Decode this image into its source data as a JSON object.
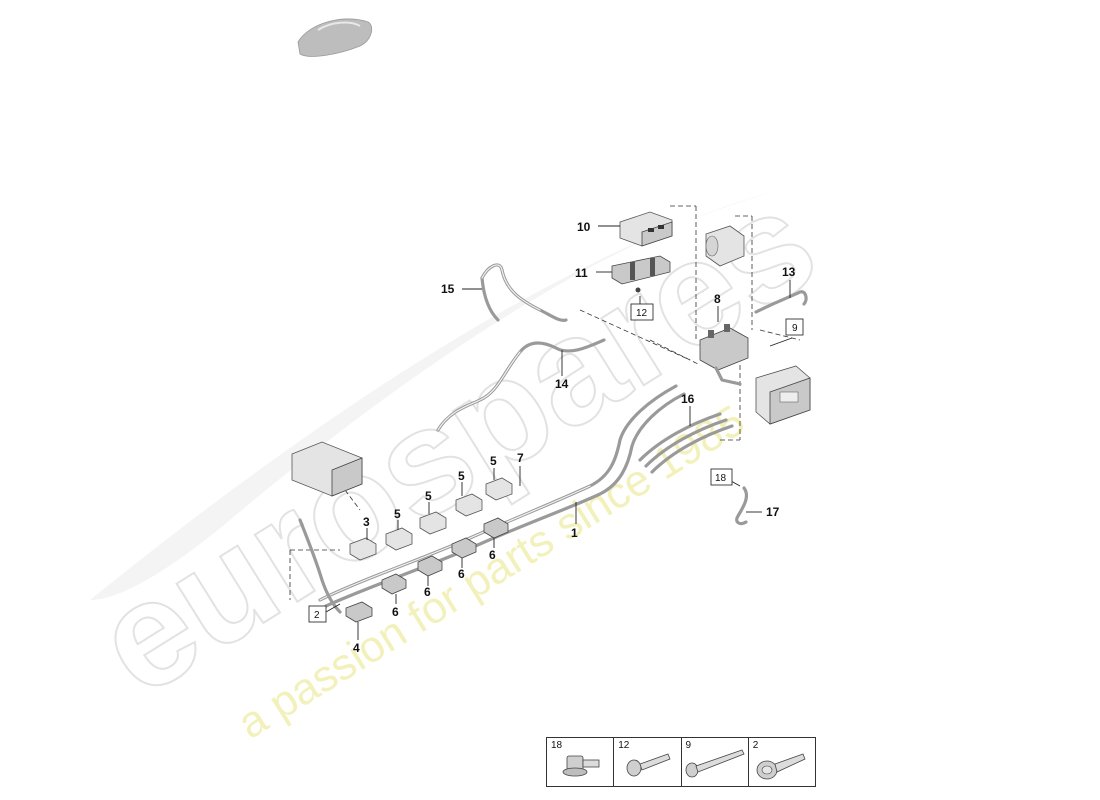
{
  "watermark": {
    "brand": "eurospares",
    "tagline": "a passion for parts since 1985"
  },
  "callouts": [
    {
      "id": "c1",
      "text": "1"
    },
    {
      "id": "c3",
      "text": "3"
    },
    {
      "id": "c4",
      "text": "4"
    },
    {
      "id": "c5a",
      "text": "5"
    },
    {
      "id": "c5b",
      "text": "5"
    },
    {
      "id": "c5c",
      "text": "5"
    },
    {
      "id": "c5d",
      "text": "5"
    },
    {
      "id": "c6a",
      "text": "6"
    },
    {
      "id": "c6b",
      "text": "6"
    },
    {
      "id": "c6c",
      "text": "6"
    },
    {
      "id": "c6d",
      "text": "6"
    },
    {
      "id": "c7",
      "text": "7"
    },
    {
      "id": "c8",
      "text": "8"
    },
    {
      "id": "c10",
      "text": "10"
    },
    {
      "id": "c11",
      "text": "11"
    },
    {
      "id": "c13",
      "text": "13"
    },
    {
      "id": "c14",
      "text": "14"
    },
    {
      "id": "c15",
      "text": "15"
    },
    {
      "id": "c16",
      "text": "16"
    },
    {
      "id": "c17",
      "text": "17"
    }
  ],
  "boxed_callouts": [
    {
      "id": "b2",
      "text": "2"
    },
    {
      "id": "b9",
      "text": "9"
    },
    {
      "id": "b12",
      "text": "12"
    },
    {
      "id": "b18",
      "text": "18"
    }
  ],
  "fastener_table": [
    {
      "number": "18",
      "icon": "flange-bolt-icon"
    },
    {
      "number": "12",
      "icon": "bolt-icon"
    },
    {
      "number": "9",
      "icon": "long-bolt-icon"
    },
    {
      "number": "2",
      "icon": "collar-bolt-icon"
    }
  ]
}
